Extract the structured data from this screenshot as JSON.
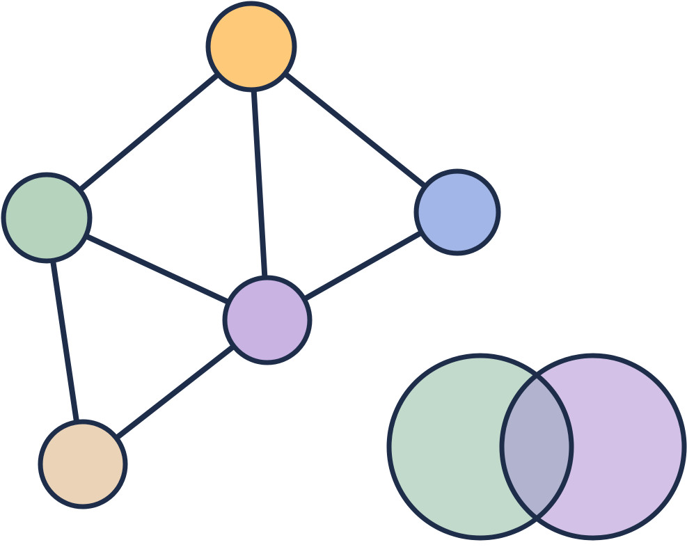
{
  "diagram": {
    "type": "network-graph-with-venn",
    "stroke_color": "#1e2d4a",
    "background": "#ffffff",
    "graph": {
      "nodes": [
        {
          "id": "top",
          "color": "#ffc97a"
        },
        {
          "id": "left",
          "color": "#b5d3bd"
        },
        {
          "id": "right",
          "color": "#a3b6e8"
        },
        {
          "id": "center",
          "color": "#c8b3e3"
        },
        {
          "id": "bottom-left",
          "color": "#ead3b7"
        }
      ],
      "edges": [
        [
          "top",
          "left"
        ],
        [
          "top",
          "right"
        ],
        [
          "top",
          "center"
        ],
        [
          "left",
          "center"
        ],
        [
          "left",
          "bottom-left"
        ],
        [
          "right",
          "center"
        ],
        [
          "center",
          "bottom-left"
        ]
      ]
    },
    "venn": {
      "sets": [
        {
          "id": "set-a",
          "color": "#c2dacb"
        },
        {
          "id": "set-b",
          "color": "#d4c1e7"
        }
      ],
      "intersection_color": "#b2b3cf"
    }
  }
}
